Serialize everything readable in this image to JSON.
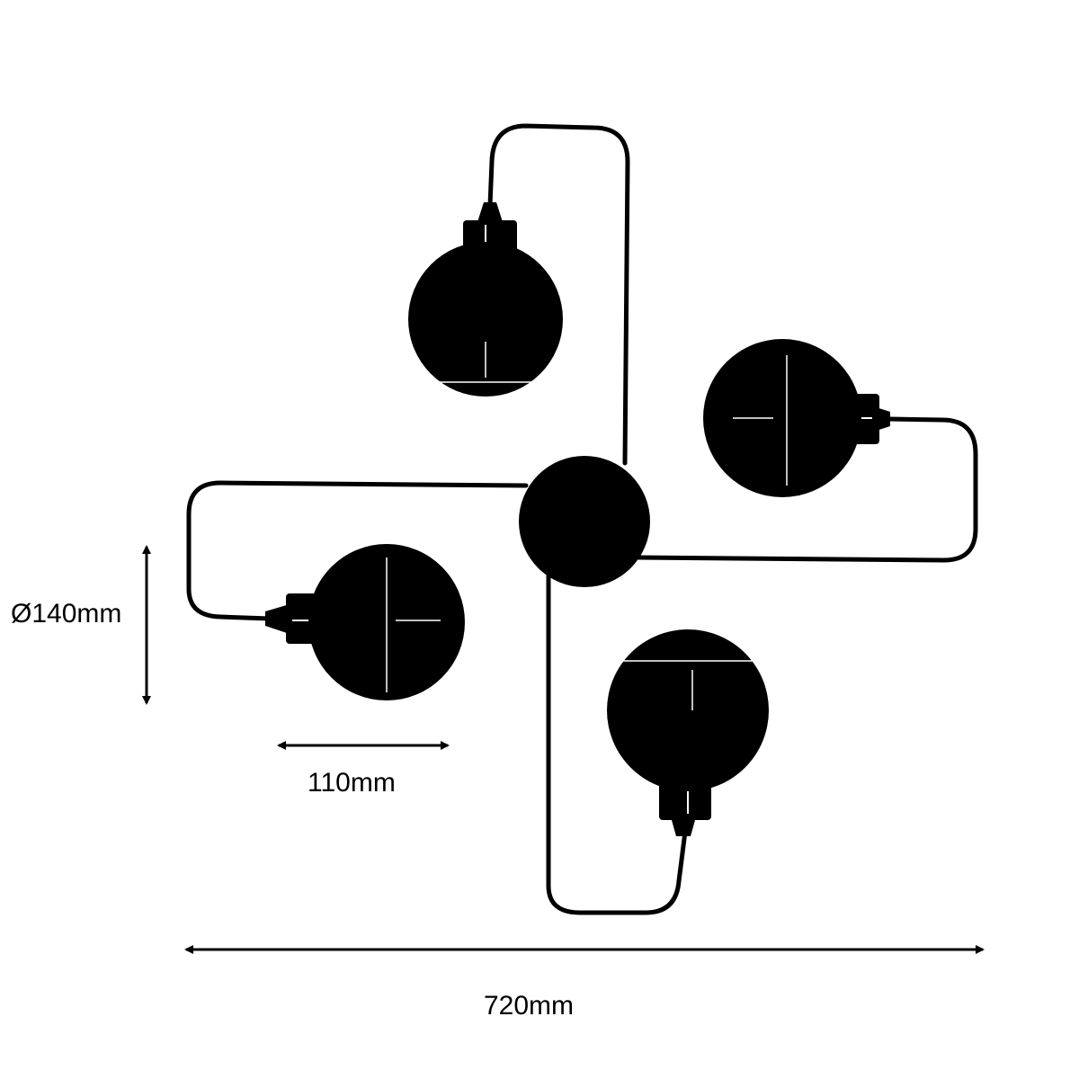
{
  "dimensions": {
    "shade_diameter": "Ø140mm",
    "shade_width": "110mm",
    "total_width": "720mm"
  },
  "colors": {
    "line": "#000000",
    "background": "#ffffff",
    "highlight": "#ffffff"
  }
}
